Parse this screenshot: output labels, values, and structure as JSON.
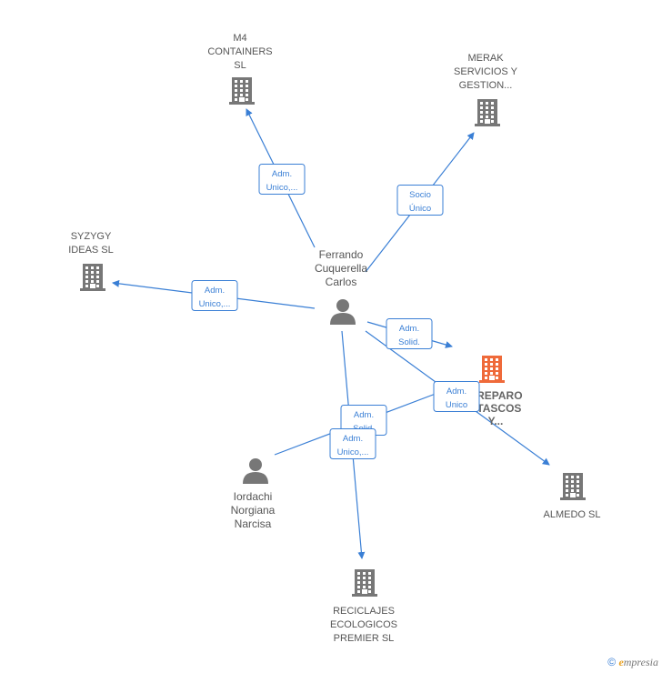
{
  "colors": {
    "edge": "#3a7fd5",
    "company": "#777777",
    "company_main": "#ef6a3a",
    "person": "#777777"
  },
  "companies": [
    {
      "id": "m4",
      "lines": [
        "M4",
        "CONTAINERS",
        "SL"
      ],
      "icon": "building-icon"
    },
    {
      "id": "merak",
      "lines": [
        "MERAK",
        "SERVICIOS Y",
        "GESTION..."
      ],
      "icon": "building-icon"
    },
    {
      "id": "syzygy",
      "lines": [
        "SYZYGY",
        "IDEAS  SL"
      ],
      "icon": "building-icon"
    },
    {
      "id": "main",
      "lines": [
        "AREPARO",
        "ATASCOS",
        "Y..."
      ],
      "icon": "building-icon"
    },
    {
      "id": "almedo",
      "lines": [
        "ALMEDO  SL"
      ],
      "icon": "building-icon"
    },
    {
      "id": "reciclajes",
      "lines": [
        "RECICLAJES",
        "ECOLOGICOS",
        "PREMIER  SL"
      ],
      "icon": "building-icon"
    }
  ],
  "persons": [
    {
      "id": "ferrando",
      "lines": [
        "Ferrando",
        "Cuquerella",
        "Carlos"
      ],
      "icon": "person-icon"
    },
    {
      "id": "iordachi",
      "lines": [
        "Iordachi",
        "Norgiana",
        "Narcisa"
      ],
      "icon": "person-icon"
    }
  ],
  "edges": [
    {
      "id": "e-m4",
      "lines": [
        "Adm.",
        "Unico,..."
      ]
    },
    {
      "id": "e-merak",
      "lines": [
        "Socio",
        "Único"
      ]
    },
    {
      "id": "e-syzygy",
      "lines": [
        "Adm.",
        "Unico,..."
      ]
    },
    {
      "id": "e-main-f",
      "lines": [
        "Adm.",
        "Solid."
      ]
    },
    {
      "id": "e-almedo",
      "lines": [
        "Adm.",
        "Unico"
      ]
    },
    {
      "id": "e-main-i",
      "lines": [
        "Adm.",
        "Solid."
      ]
    },
    {
      "id": "e-reciclajes",
      "lines": [
        "Adm.",
        "Unico,..."
      ]
    }
  ],
  "footer": {
    "copyright": "©",
    "brand_initial": "e",
    "brand_rest": "mpresia"
  }
}
